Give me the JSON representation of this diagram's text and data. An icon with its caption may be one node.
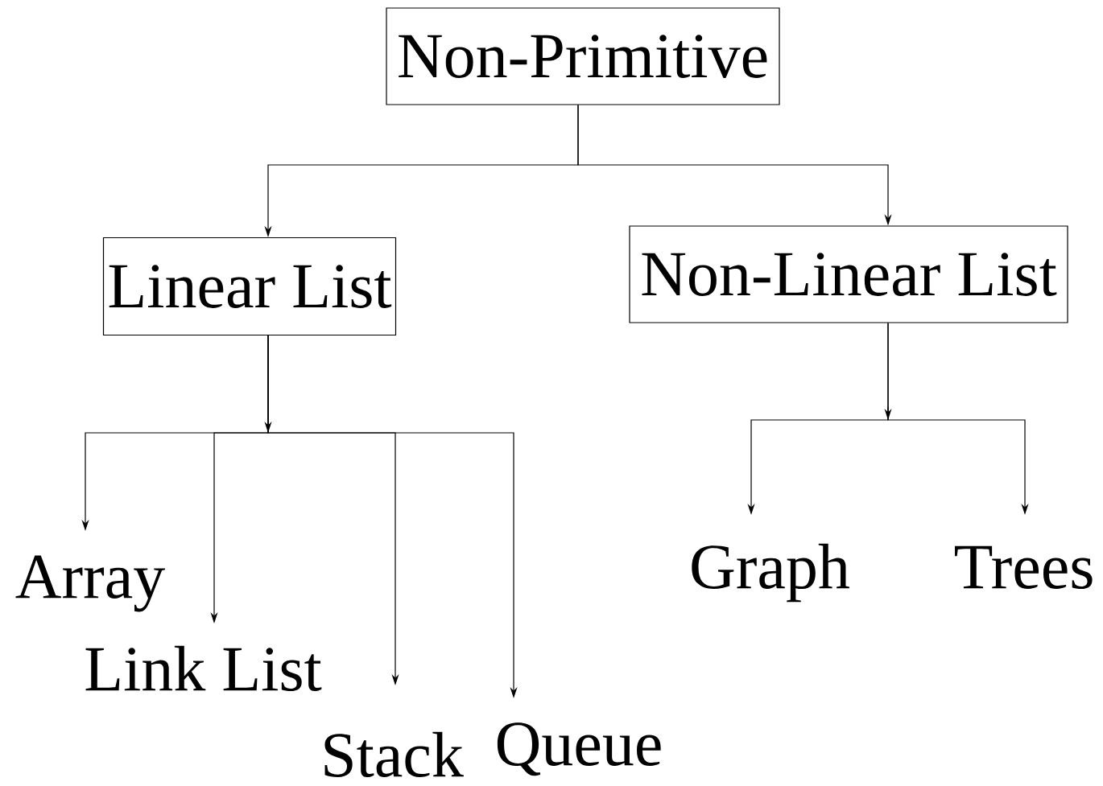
{
  "diagram": {
    "nodes": [
      {
        "text": [
          "Non-Primitive"
        ]
      },
      {
        "text": [
          "Linear List"
        ]
      },
      {
        "text": [
          "Non-Linear List"
        ]
      },
      {
        "text": [
          "Array"
        ]
      },
      {
        "text": [
          "Link List"
        ]
      },
      {
        "text": [
          "Stack"
        ]
      },
      {
        "text": [
          "Queue"
        ]
      },
      {
        "text": [
          "Graph"
        ]
      },
      {
        "text": [
          "Trees"
        ]
      }
    ],
    "edges": [
      {
        "from": 0,
        "to": 1,
        "arrow": "to"
      },
      {
        "from": 0,
        "to": 2,
        "arrow": "to"
      },
      {
        "from": 1,
        "to": 3,
        "arrow": "to"
      },
      {
        "from": 1,
        "to": 4,
        "arrow": "to"
      },
      {
        "from": 1,
        "to": 5,
        "arrow": "to"
      },
      {
        "from": 1,
        "to": 6,
        "arrow": "to"
      },
      {
        "from": 2,
        "to": 7,
        "arrow": "to"
      },
      {
        "from": 2,
        "to": 8,
        "arrow": "to"
      }
    ]
  }
}
